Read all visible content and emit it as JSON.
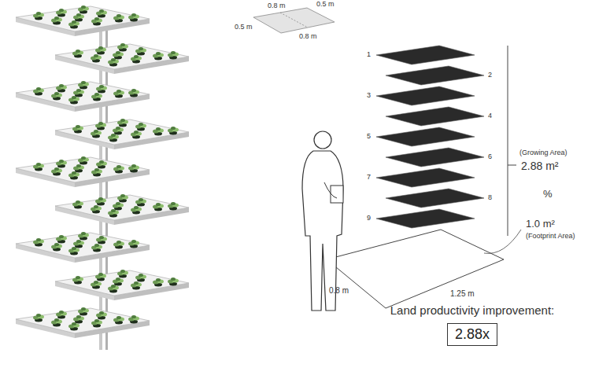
{
  "diagram": {
    "nodes": [
      {
        "text": [
          "Land productivity improvement:",
          "2.88x"
        ]
      }
    ],
    "labels": [
      "0.8 m",
      "0.5 m",
      "0.5 m",
      "0.8 m",
      "1",
      "2",
      "3",
      "4",
      "5",
      "6",
      "7",
      "8",
      "9",
      "(Growing Area)",
      "2.88 m²",
      "%",
      "1.0 m²",
      "(Footprint Area)",
      "0.8 m",
      "1.25 m"
    ]
  }
}
